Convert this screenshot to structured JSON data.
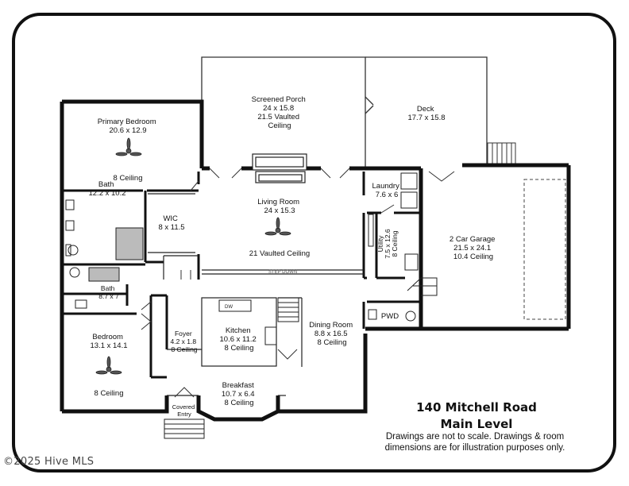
{
  "rooms": {
    "screened_porch": [
      "Screened Porch",
      "24 x 15.8",
      "21.5 Vaulted",
      "Ceiling"
    ],
    "deck": [
      "Deck",
      "17.7 x 15.8"
    ],
    "primary_bedroom": [
      "Primary Bedroom",
      "20.6 x 12.9"
    ],
    "primary_ceiling": "8 Ceiling",
    "bath1": [
      "Bath",
      "12.2 x 10.2"
    ],
    "wic": [
      "WIC",
      "8 x 11.5"
    ],
    "living_room": [
      "Living Room",
      "24 x 15.3"
    ],
    "living_ceiling": "21 Vaulted Ceiling",
    "step_down": "STEP DOWN",
    "laundry": [
      "Laundry",
      "7.6 x 6"
    ],
    "utility": [
      "Utility",
      "7.5 x 12.6",
      "8 Ceiling"
    ],
    "garage": [
      "2 Car Garage",
      "21.5 x 24.1",
      "10.4 Ceiling"
    ],
    "bath2": [
      "Bath",
      "8.7 x 7"
    ],
    "bedroom": [
      "Bedroom",
      "13.1 x 14.1"
    ],
    "bedroom_ceiling": "8 Ceiling",
    "foyer": [
      "Foyer",
      "4.2 x 1.8",
      "8 Ceiling"
    ],
    "kitchen": [
      "Kitchen",
      "10.6 x 11.2",
      "8 Ceiling"
    ],
    "dining_room": [
      "Dining Room",
      "8.8 x 16.5",
      "8 Ceiling"
    ],
    "pwd": "PWD",
    "breakfast": [
      "Breakfast",
      "10.7 x 6.4",
      "8 Ceiling"
    ],
    "covered_entry": [
      "Covered",
      "Entry"
    ],
    "dw": "DW"
  },
  "title": {
    "line1": "140 Mitchell Road",
    "line2": "Main Level"
  },
  "disclaimer": {
    "line1": "Drawings are not to scale. Drawings & room",
    "line2": "dimensions are for illustration purposes only."
  },
  "watermark": "©2025 Hive MLS",
  "colors": {
    "wall": "#111111",
    "background": "#ffffff"
  }
}
